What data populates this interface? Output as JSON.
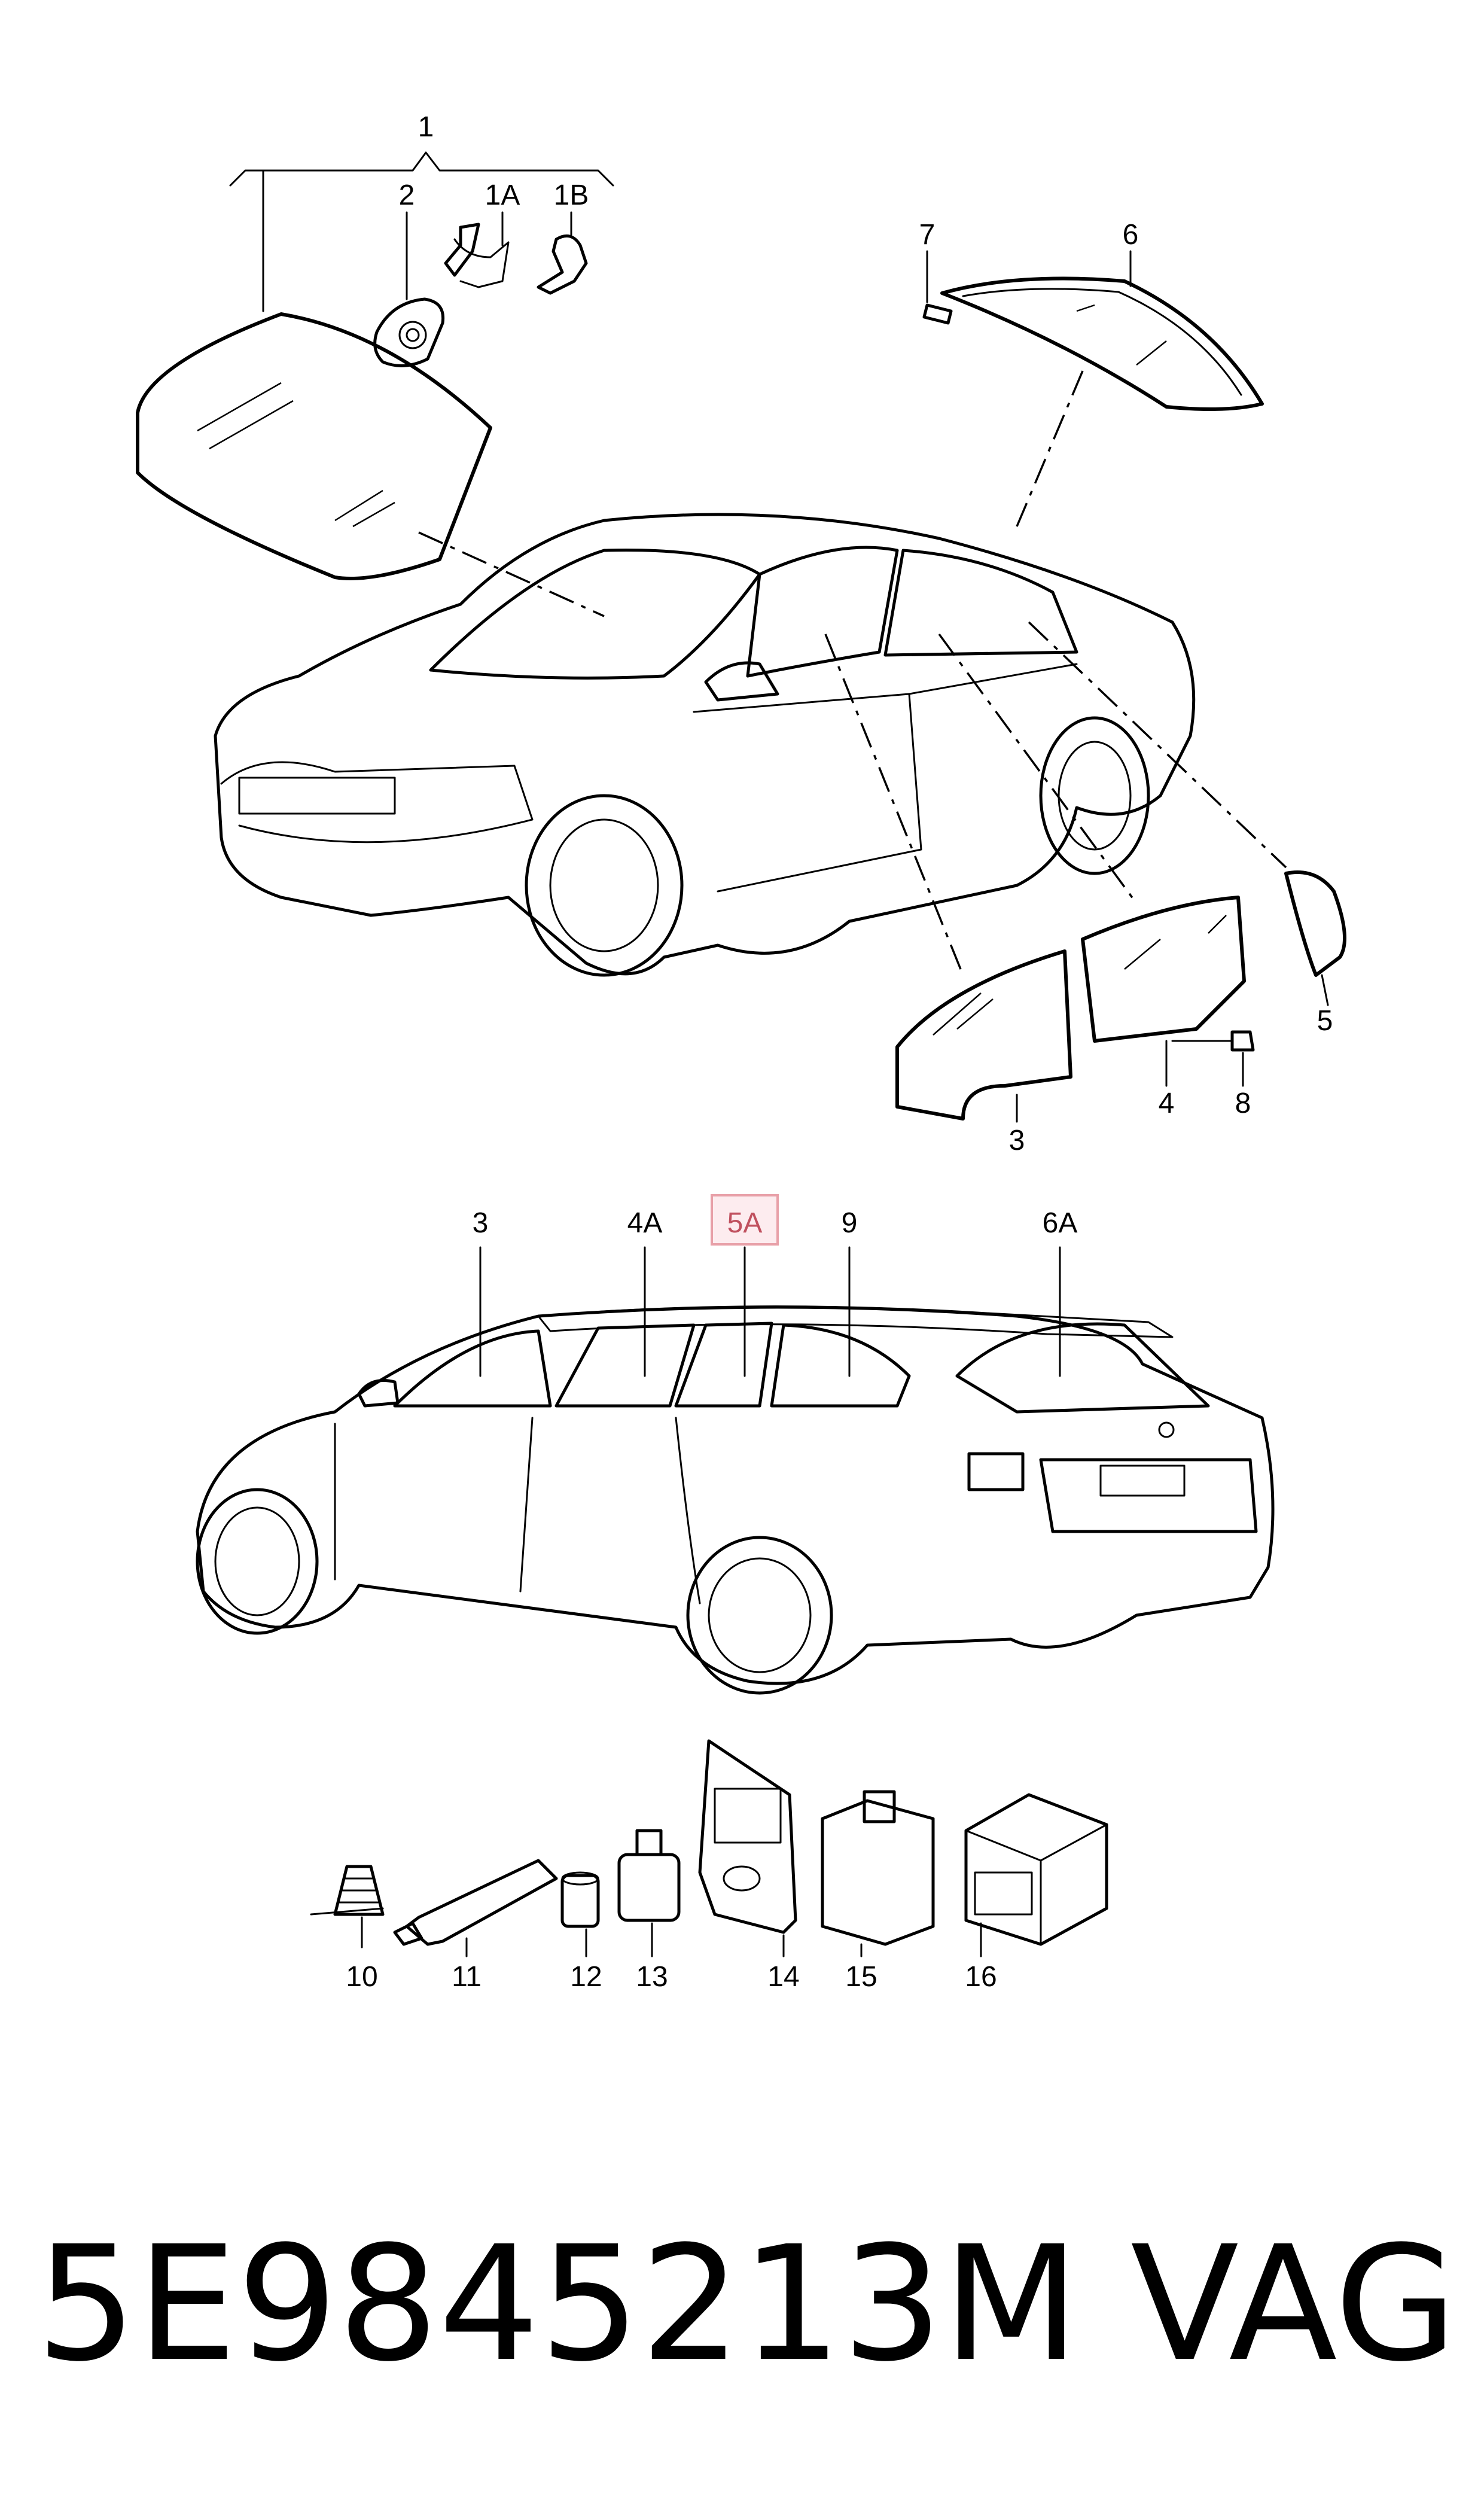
{
  "callouts": {
    "c1": "1",
    "c2": "2",
    "c1A": "1A",
    "c1B": "1B",
    "c3": "3",
    "c4": "4",
    "c5": "5",
    "c6": "6",
    "c7": "7",
    "c8": "8",
    "c3b": "3",
    "c4A": "4A",
    "c5A": "5A",
    "c9": "9",
    "c6A": "6A",
    "c10": "10",
    "c11": "11",
    "c12": "12",
    "c13": "13",
    "c14": "14",
    "c15": "15",
    "c16": "16"
  },
  "highlight": {
    "callout": "5A",
    "color": "#e8a0a8"
  },
  "footer": {
    "part_number": "5E9845213M",
    "brand": "VAG"
  }
}
